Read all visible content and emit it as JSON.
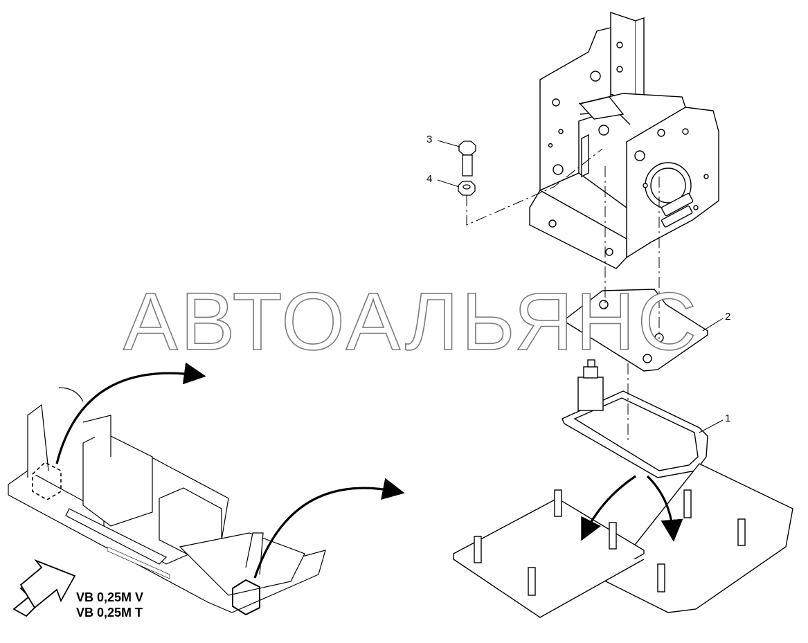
{
  "callouts": [
    {
      "id": "1",
      "label": "1"
    },
    {
      "id": "2",
      "label": "2"
    },
    {
      "id": "3",
      "label": "3"
    },
    {
      "id": "4",
      "label": "4"
    }
  ],
  "model_labels": [
    "VB 0,25M V",
    "VB 0,25M T"
  ],
  "watermark": "АВТОАЛЬЯНС",
  "colors": {
    "line": "#000000",
    "watermark_outline": "#7a7a7a",
    "background": "#ffffff"
  }
}
